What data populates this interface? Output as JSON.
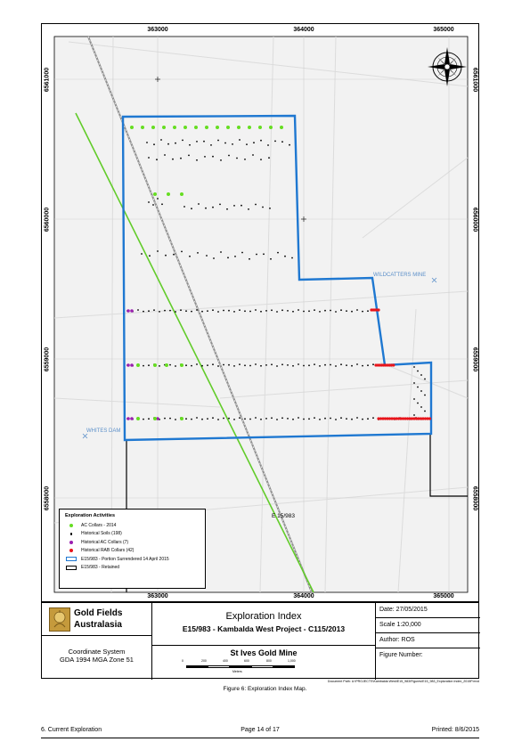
{
  "map": {
    "grid_eastings": [
      "363000",
      "364000",
      "365000"
    ],
    "grid_northings": [
      "6561000",
      "6560000",
      "6559000",
      "6558000"
    ],
    "place_labels": {
      "wildcatters": "WILDCATTERS MINE",
      "whites_dam": "WHITES DAM",
      "tenement": "E 15/983"
    },
    "colors": {
      "surrendered": "#1f78d1",
      "retained": "#000000",
      "ac_2014": "#66dd22",
      "soils": "#000000",
      "hist_ac": "#9b1fb0",
      "hist_rab": "#e8141b",
      "green_line": "#62cc2a",
      "rail": "#8c8c8c"
    }
  },
  "legend": {
    "title": "Exploration Activities",
    "items": [
      {
        "label": "AC Collars - 2014",
        "kind": "dot",
        "color": "#66dd22"
      },
      {
        "label": "Historical Soils (198)",
        "kind": "dot",
        "color": "#000000"
      },
      {
        "label": "Historical AC Collars (7)",
        "kind": "dot",
        "color": "#9b1fb0"
      },
      {
        "label": "Historical RAB Collars (42)",
        "kind": "dot",
        "color": "#e8141b"
      },
      {
        "label": "E15/983 - Portion Surrendered 14 April 2015",
        "kind": "box",
        "color": "#1f78d1"
      },
      {
        "label": "E15/983 - Retained",
        "kind": "box",
        "color": "#000000"
      }
    ]
  },
  "title_block": {
    "company_line1": "Gold Fields",
    "company_line2": "Australasia",
    "map_title": "Exploration Index",
    "project": "E15/983 - Kambalda West Project - C115/2013",
    "mine": "St Ives Gold Mine",
    "coord_label": "Coordinate System",
    "coord_value": "GDA 1994 MGA Zone 51",
    "date": "Date: 27/05/2015",
    "scale": "Scale 1:20,000",
    "author": "Author: ROS",
    "figure_number": "Figure Number:",
    "scale_ticks": [
      "0",
      "200",
      "400",
      "600",
      "800",
      "1,000"
    ],
    "scale_unit": "Meters",
    "doc_path": "Document Path: U:\\PROJECTS\\Kambalda West\\E15_983\\Figures\\E15_983_Exploration Index_2015P.mxd"
  },
  "caption": "Figure 6: Exploration Index Map.",
  "footer": {
    "section": "6. Current Exploration",
    "page": "Page 14 of 17",
    "printed": "Printed: 8/6/2015"
  }
}
